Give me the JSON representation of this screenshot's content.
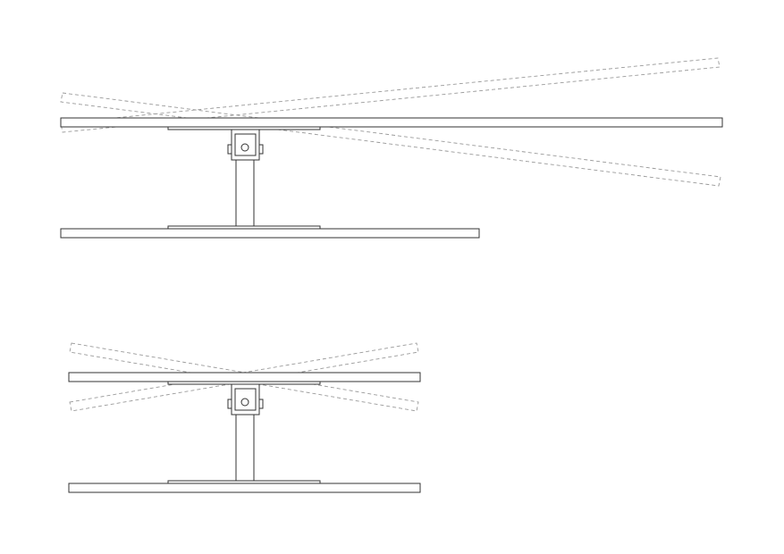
{
  "colors": {
    "background": "#ffffff",
    "line": "#333333",
    "dashed_outline": "#9a9a9a"
  },
  "diagrams": [
    {
      "name": "wide-board-tilt",
      "states": [
        "level",
        "tilt-up-right",
        "tilt-down-right"
      ]
    },
    {
      "name": "narrow-board-tilt",
      "states": [
        "level",
        "tilt-up-right",
        "tilt-down-right"
      ]
    }
  ]
}
